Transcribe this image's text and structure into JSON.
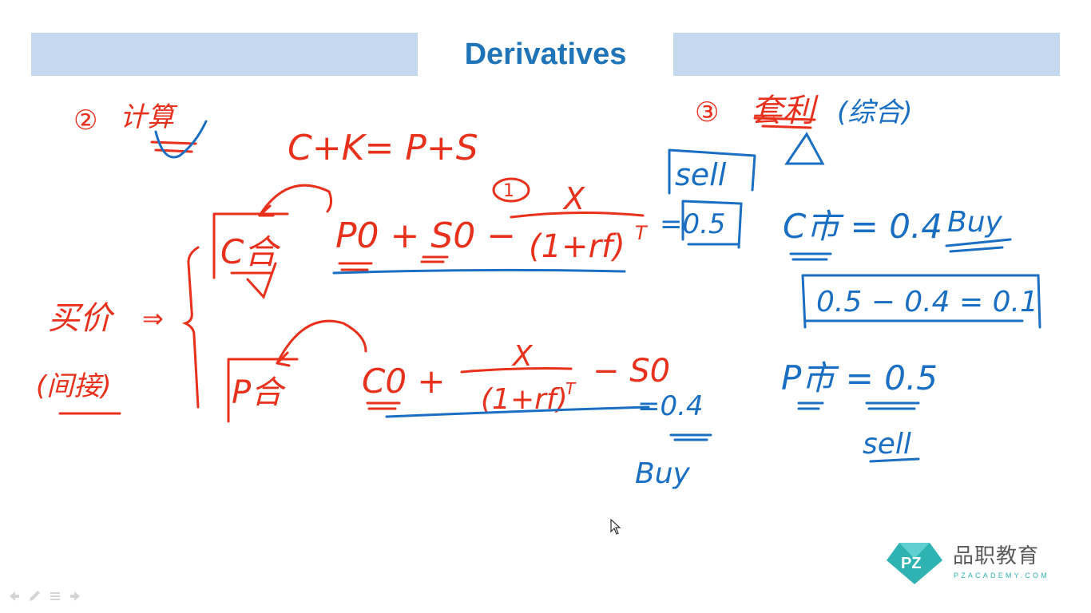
{
  "slide": {
    "title": "Derivatives"
  },
  "handwriting": {
    "section2_marker": "②",
    "section2_label": "计算",
    "section3_marker": "③",
    "section3_label": "套利",
    "section3_note": "(综合)",
    "parity_equation": "C+K= P+S",
    "left_label_1": "买价",
    "left_label_2": "(间接)",
    "arrow": "⇒",
    "call_lhs": "C合",
    "call_rhs_terms": "P0 + S0 −",
    "fraction_numerator": "X",
    "fraction_denominator": "(1+rf)",
    "exponent": "T",
    "circled_one": "1",
    "call_result": "=0.5",
    "call_action": "sell",
    "put_lhs": "P合",
    "put_rhs_terms": "C0 +",
    "put_tail": "− S0",
    "put_exponent": "T",
    "put_result": "=0.4",
    "put_action": "Buy",
    "call_market": "C市 = 0.4",
    "call_market_action": "Buy",
    "profit_box": "0.5 − 0.4 = 0.1",
    "put_market": "P市 = 0.5",
    "put_market_action": "sell"
  },
  "branding": {
    "logo_mark": "PZ",
    "name": "品职教育",
    "subtitle": "PZACADEMY.COM",
    "colors": {
      "teal": "#2fb2b2",
      "dark_teal": "#1e8c8c"
    }
  },
  "ink_colors": {
    "red": "#e8311c",
    "blue": "#1a6fc2"
  },
  "nav": {
    "icons": [
      "prev-arrow-icon",
      "pen-icon",
      "menu-icon",
      "next-arrow-icon"
    ]
  }
}
